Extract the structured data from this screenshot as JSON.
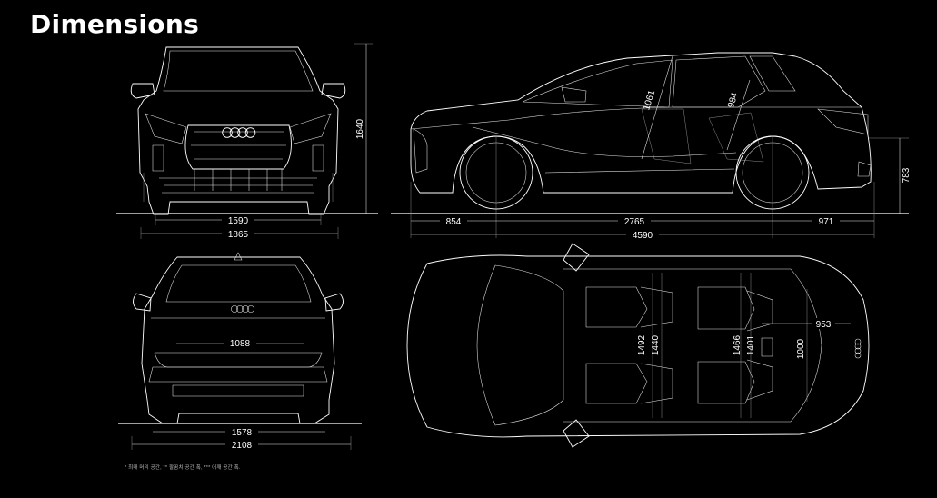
{
  "page": {
    "title": "Dimensions",
    "footnote": "* 최대 머리 공간, ** 팔꿈치 공간 폭, *** 어깨 공간 폭."
  },
  "front_view": {
    "height": "1640",
    "track_front": "1590",
    "width": "1865"
  },
  "side_view": {
    "front_overhang": "854",
    "wheelbase": "2765",
    "rear_overhang": "971",
    "length": "4590",
    "loading_sill_height": "783",
    "front_headroom": "1061",
    "rear_headroom": "984"
  },
  "rear_view": {
    "tailgate_width": "1088",
    "track_rear": "1578",
    "width_incl_mirrors": "2108"
  },
  "top_view": {
    "front_elbow_width": "1492",
    "front_shoulder_width": "1440",
    "rear_elbow_width": "1466",
    "rear_shoulder_width": "1401",
    "trunk_width": "1000",
    "trunk_length": "953"
  },
  "icons": {
    "brand_logo": "four-rings-icon"
  }
}
